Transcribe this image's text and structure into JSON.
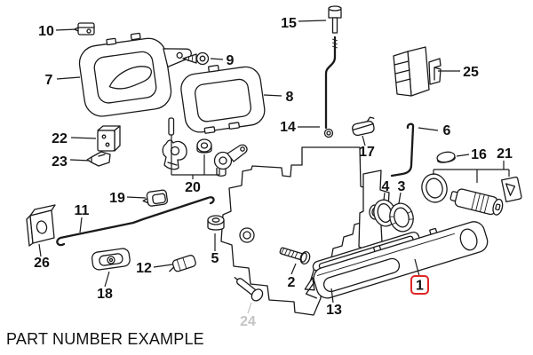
{
  "caption": "PART NUMBER EXAMPLE",
  "diagram": {
    "subject": "Exploded parts diagram of a car door handle, trim bezels and lock mechanism",
    "highlighted_callout": "1",
    "faded_callout": "24",
    "colors": {
      "line": "#1a1a1a",
      "highlight_box": "#e02424",
      "faded_label": "#c3c3c3",
      "label": "#111111",
      "background": "#ffffff"
    }
  },
  "callouts": {
    "1": {
      "label": "1"
    },
    "2": {
      "label": "2"
    },
    "3": {
      "label": "3"
    },
    "4": {
      "label": "4"
    },
    "5": {
      "label": "5"
    },
    "6": {
      "label": "6"
    },
    "7": {
      "label": "7"
    },
    "8": {
      "label": "8"
    },
    "9": {
      "label": "9"
    },
    "10": {
      "label": "10"
    },
    "11": {
      "label": "11"
    },
    "12": {
      "label": "12"
    },
    "13": {
      "label": "13"
    },
    "14": {
      "label": "14"
    },
    "15": {
      "label": "15"
    },
    "16": {
      "label": "16"
    },
    "17": {
      "label": "17"
    },
    "18": {
      "label": "18"
    },
    "19": {
      "label": "19"
    },
    "20": {
      "label": "20"
    },
    "21": {
      "label": "21"
    },
    "22": {
      "label": "22"
    },
    "23": {
      "label": "23"
    },
    "24": {
      "label": "24"
    },
    "25": {
      "label": "25"
    },
    "26": {
      "label": "26"
    }
  }
}
